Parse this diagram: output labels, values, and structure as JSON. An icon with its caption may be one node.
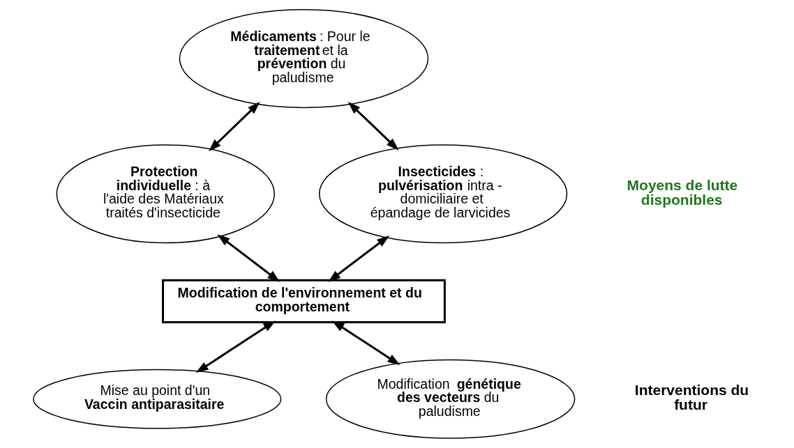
{
  "diagram": {
    "nodes": [
      {
        "text": [
          "**Médicaments** : Pour le **traitement** et la **prévention** du paludisme"
        ]
      },
      {
        "text": [
          "**Protection individuelle** : à l'aide des Matériaux traités d'insecticide"
        ]
      },
      {
        "text": [
          "**Insecticides** : **pulvérisation** intra - domiciliaire et épandage de larvicides"
        ]
      },
      {
        "text": [
          "Modification de l'environnement et du comportement"
        ]
      },
      {
        "text": [
          "Mise au point d'un **Vaccin antiparasitaire**"
        ]
      },
      {
        "text": [
          "Modification **génétique** **des vecteurs** du paludisme"
        ]
      }
    ],
    "edges": [
      {
        "from": 0,
        "to": 1,
        "arrow": "both"
      },
      {
        "from": 0,
        "to": 2,
        "arrow": "both"
      },
      {
        "from": 1,
        "to": 3,
        "arrow": "both"
      },
      {
        "from": 2,
        "to": 3,
        "arrow": "both"
      },
      {
        "from": 3,
        "to": 4,
        "arrow": "both"
      },
      {
        "from": 3,
        "to": 5,
        "arrow": "both"
      }
    ],
    "labels": [
      "Moyens de lutte disponibles",
      "Interventions du futur"
    ]
  }
}
